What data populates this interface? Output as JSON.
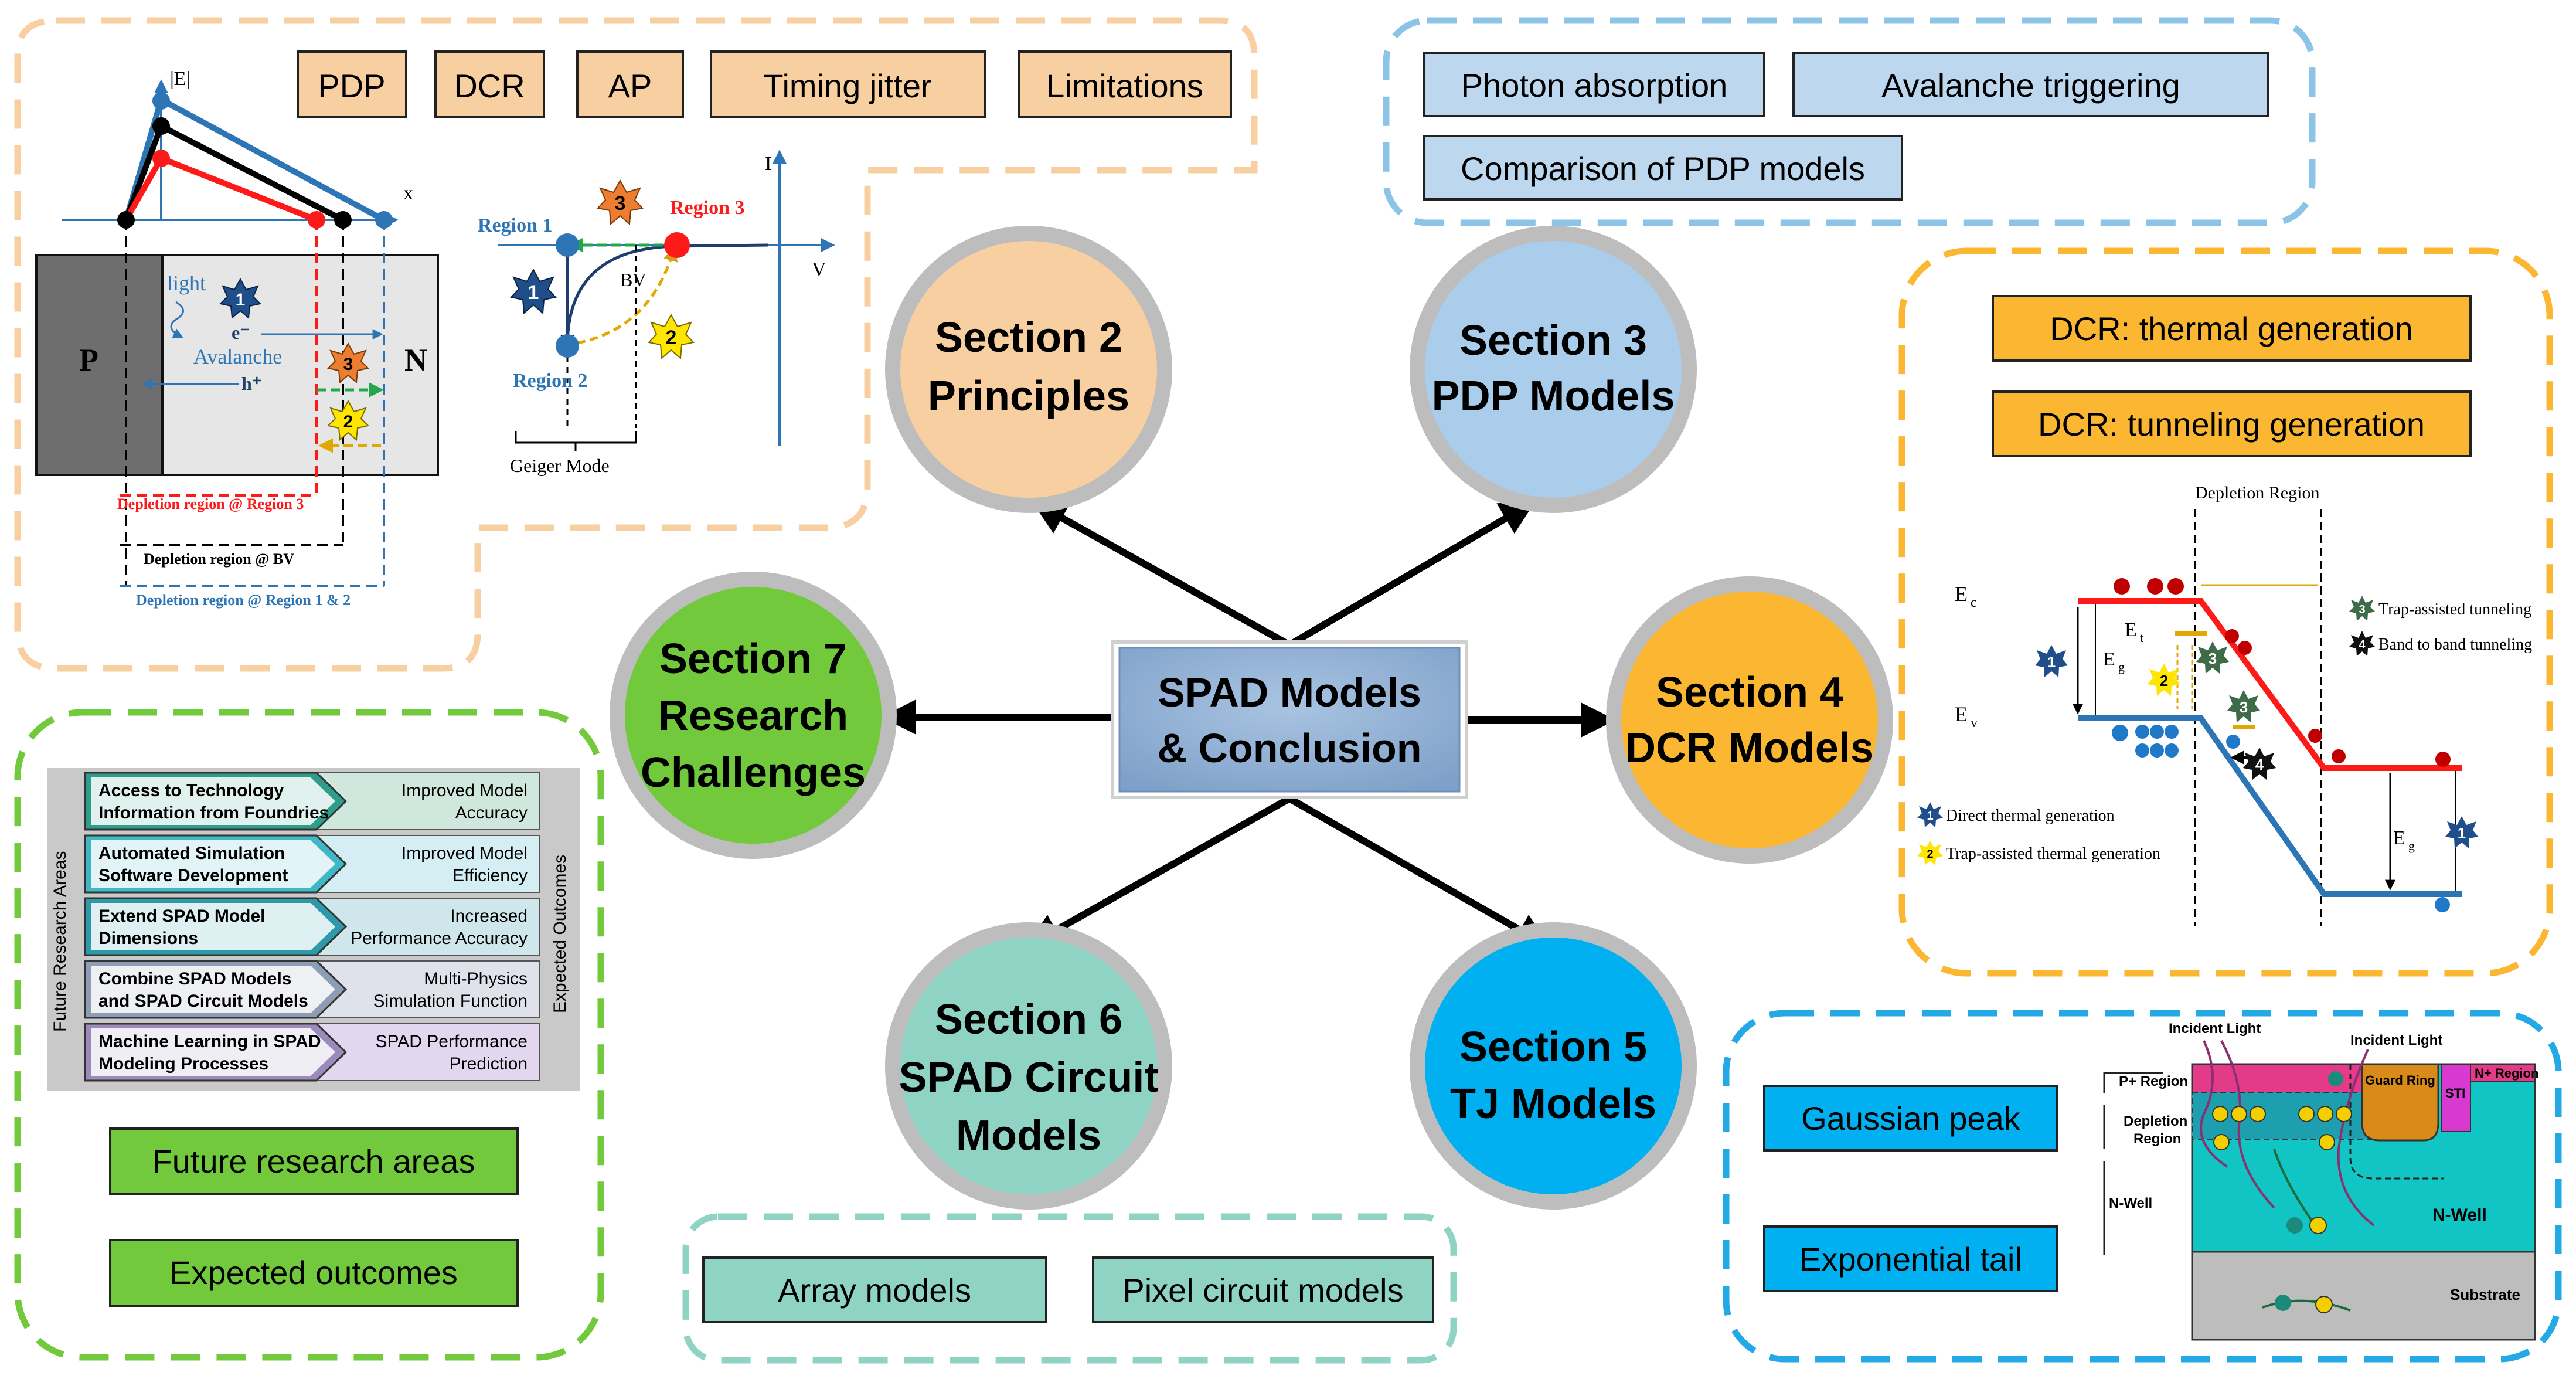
{
  "center": {
    "line1": "SPAD Models",
    "line2": "& Conclusion"
  },
  "sections": {
    "s2": {
      "line1": "Section 2",
      "line2": "Principles"
    },
    "s3": {
      "line1": "Section 3",
      "line2": "PDP Models"
    },
    "s4": {
      "line1": "Section 4",
      "line2": "DCR Models"
    },
    "s5": {
      "line1": "Section 5",
      "line2": "TJ Models"
    },
    "s6": {
      "line1": "Section 6",
      "line2": "SPAD Circuit",
      "line3": "Models"
    },
    "s7": {
      "line1": "Section 7",
      "line2": "Research",
      "line3": "Challenges"
    }
  },
  "principles": {
    "tags": [
      "PDP",
      "DCR",
      "AP",
      "Timing jitter",
      "Limitations"
    ],
    "field_axis": "|E|",
    "x_axis": "x",
    "p_label": "P",
    "n_label": "N",
    "light": "light",
    "electron": "e⁻",
    "avalanche": "Avalanche",
    "hole": "h⁺",
    "dep_r3": "Depletion region @ Region 3",
    "dep_bv": "Depletion region @ BV",
    "dep_r12": "Depletion region @ Region 1 & 2",
    "iv_region1": "Region 1",
    "iv_region2": "Region 2",
    "iv_region3": "Region 3",
    "iv_i": "I",
    "iv_v": "V",
    "iv_bv": "BV",
    "geiger": "Geiger Mode",
    "badge1": "1",
    "badge2": "2",
    "badge3": "3"
  },
  "pdp": {
    "tags": [
      "Photon absorption",
      "Avalanche triggering",
      "Comparison of PDP models"
    ]
  },
  "dcr": {
    "tags": [
      "DCR: thermal generation",
      "DCR: tunneling generation"
    ],
    "depletion": "Depletion Region",
    "ec": "E",
    "ec_sub": "c",
    "ev": "E",
    "ev_sub": "v",
    "et": "E",
    "et_sub": "t",
    "eg": "E",
    "eg_sub": "g",
    "legend": [
      "Trap-assisted tunneling",
      "Band to band tunneling",
      "Direct thermal generation",
      "Trap-assisted thermal generation"
    ]
  },
  "tj": {
    "tags": [
      "Gaussian peak",
      "Exponential tail"
    ],
    "incident1": "Incident Light",
    "incident2": "Incident Light",
    "p_region": "P+ Region",
    "depletion": "Depletion",
    "region": "Region",
    "nwell_left": "N-Well",
    "nwell_right": "N-Well",
    "guard_ring": "Guard Ring",
    "sti": "STI",
    "n_region": "N+ Region",
    "substrate": "Substrate"
  },
  "circuit": {
    "tags": [
      "Array models",
      "Pixel circuit models"
    ]
  },
  "challenges": {
    "tags": [
      "Future research areas",
      "Expected outcomes"
    ],
    "side_left": "Future Research Areas",
    "side_right": "Expected Outcomes",
    "rows": [
      {
        "l1": "Access to Technology",
        "l2": "Information from Foundries",
        "r1": "Improved Model",
        "r2": "Accuracy"
      },
      {
        "l1": "Automated Simulation",
        "l2": "Software Development",
        "r1": "Improved Model",
        "r2": "Efficiency"
      },
      {
        "l1": "Extend SPAD Model",
        "l2": "Dimensions",
        "r1": "Increased",
        "r2": "Performance Accuracy"
      },
      {
        "l1": "Combine SPAD Models",
        "l2": "and SPAD Circuit Models",
        "r1": "Multi-Physics",
        "r2": "Simulation Function"
      },
      {
        "l1": "Machine Learning in SPAD",
        "l2": "Modeling Processes",
        "r1": "SPAD Performance",
        "r2": "Prediction"
      }
    ]
  },
  "colors": {
    "principles": "#f8cfa0",
    "pdp": "#a9cdea",
    "dcr": "#fbb731",
    "tj": "#00b0f0",
    "circuit": "#8fd3c5",
    "challenges": "#71c93b",
    "center": "#94b3d6"
  }
}
